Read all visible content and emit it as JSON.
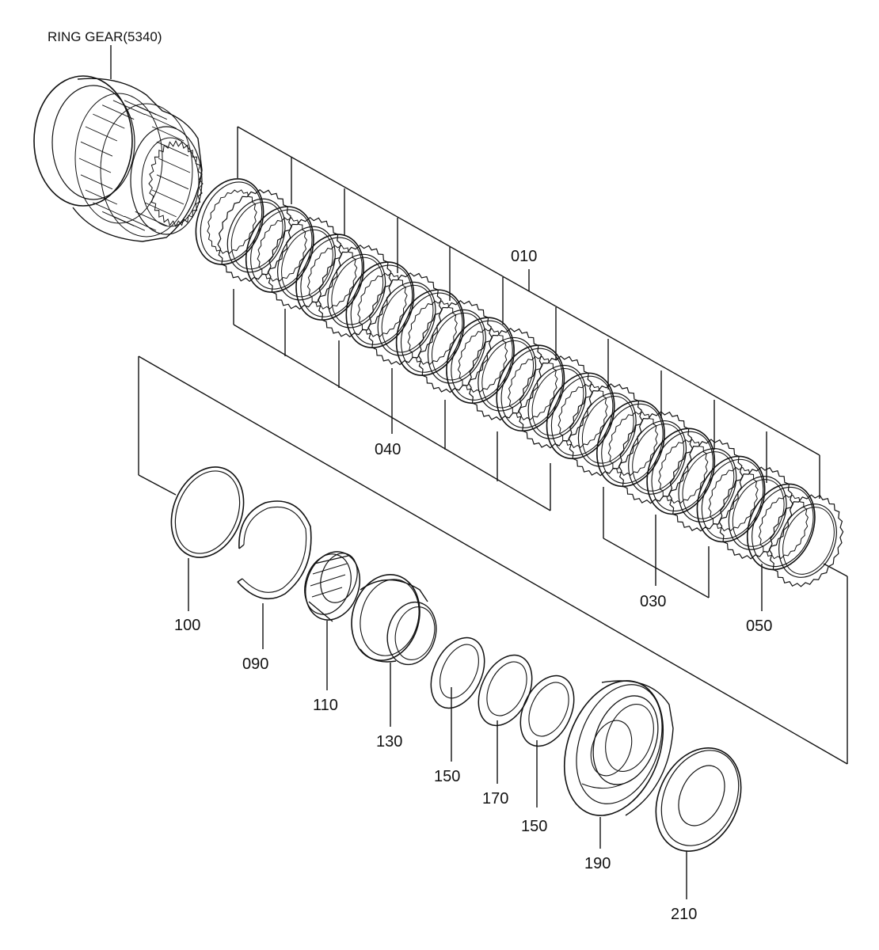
{
  "ring_gear_label": "RING GEAR(5340)",
  "labels": {
    "p010": "010",
    "p040": "040",
    "p030": "030",
    "p050": "050",
    "p100": "100",
    "p090": "090",
    "p110": "110",
    "p130": "130",
    "p150a": "150",
    "p170": "170",
    "p150b": "150",
    "p190": "190",
    "p210": "210"
  },
  "line_color": "#111111",
  "background": "#ffffff"
}
